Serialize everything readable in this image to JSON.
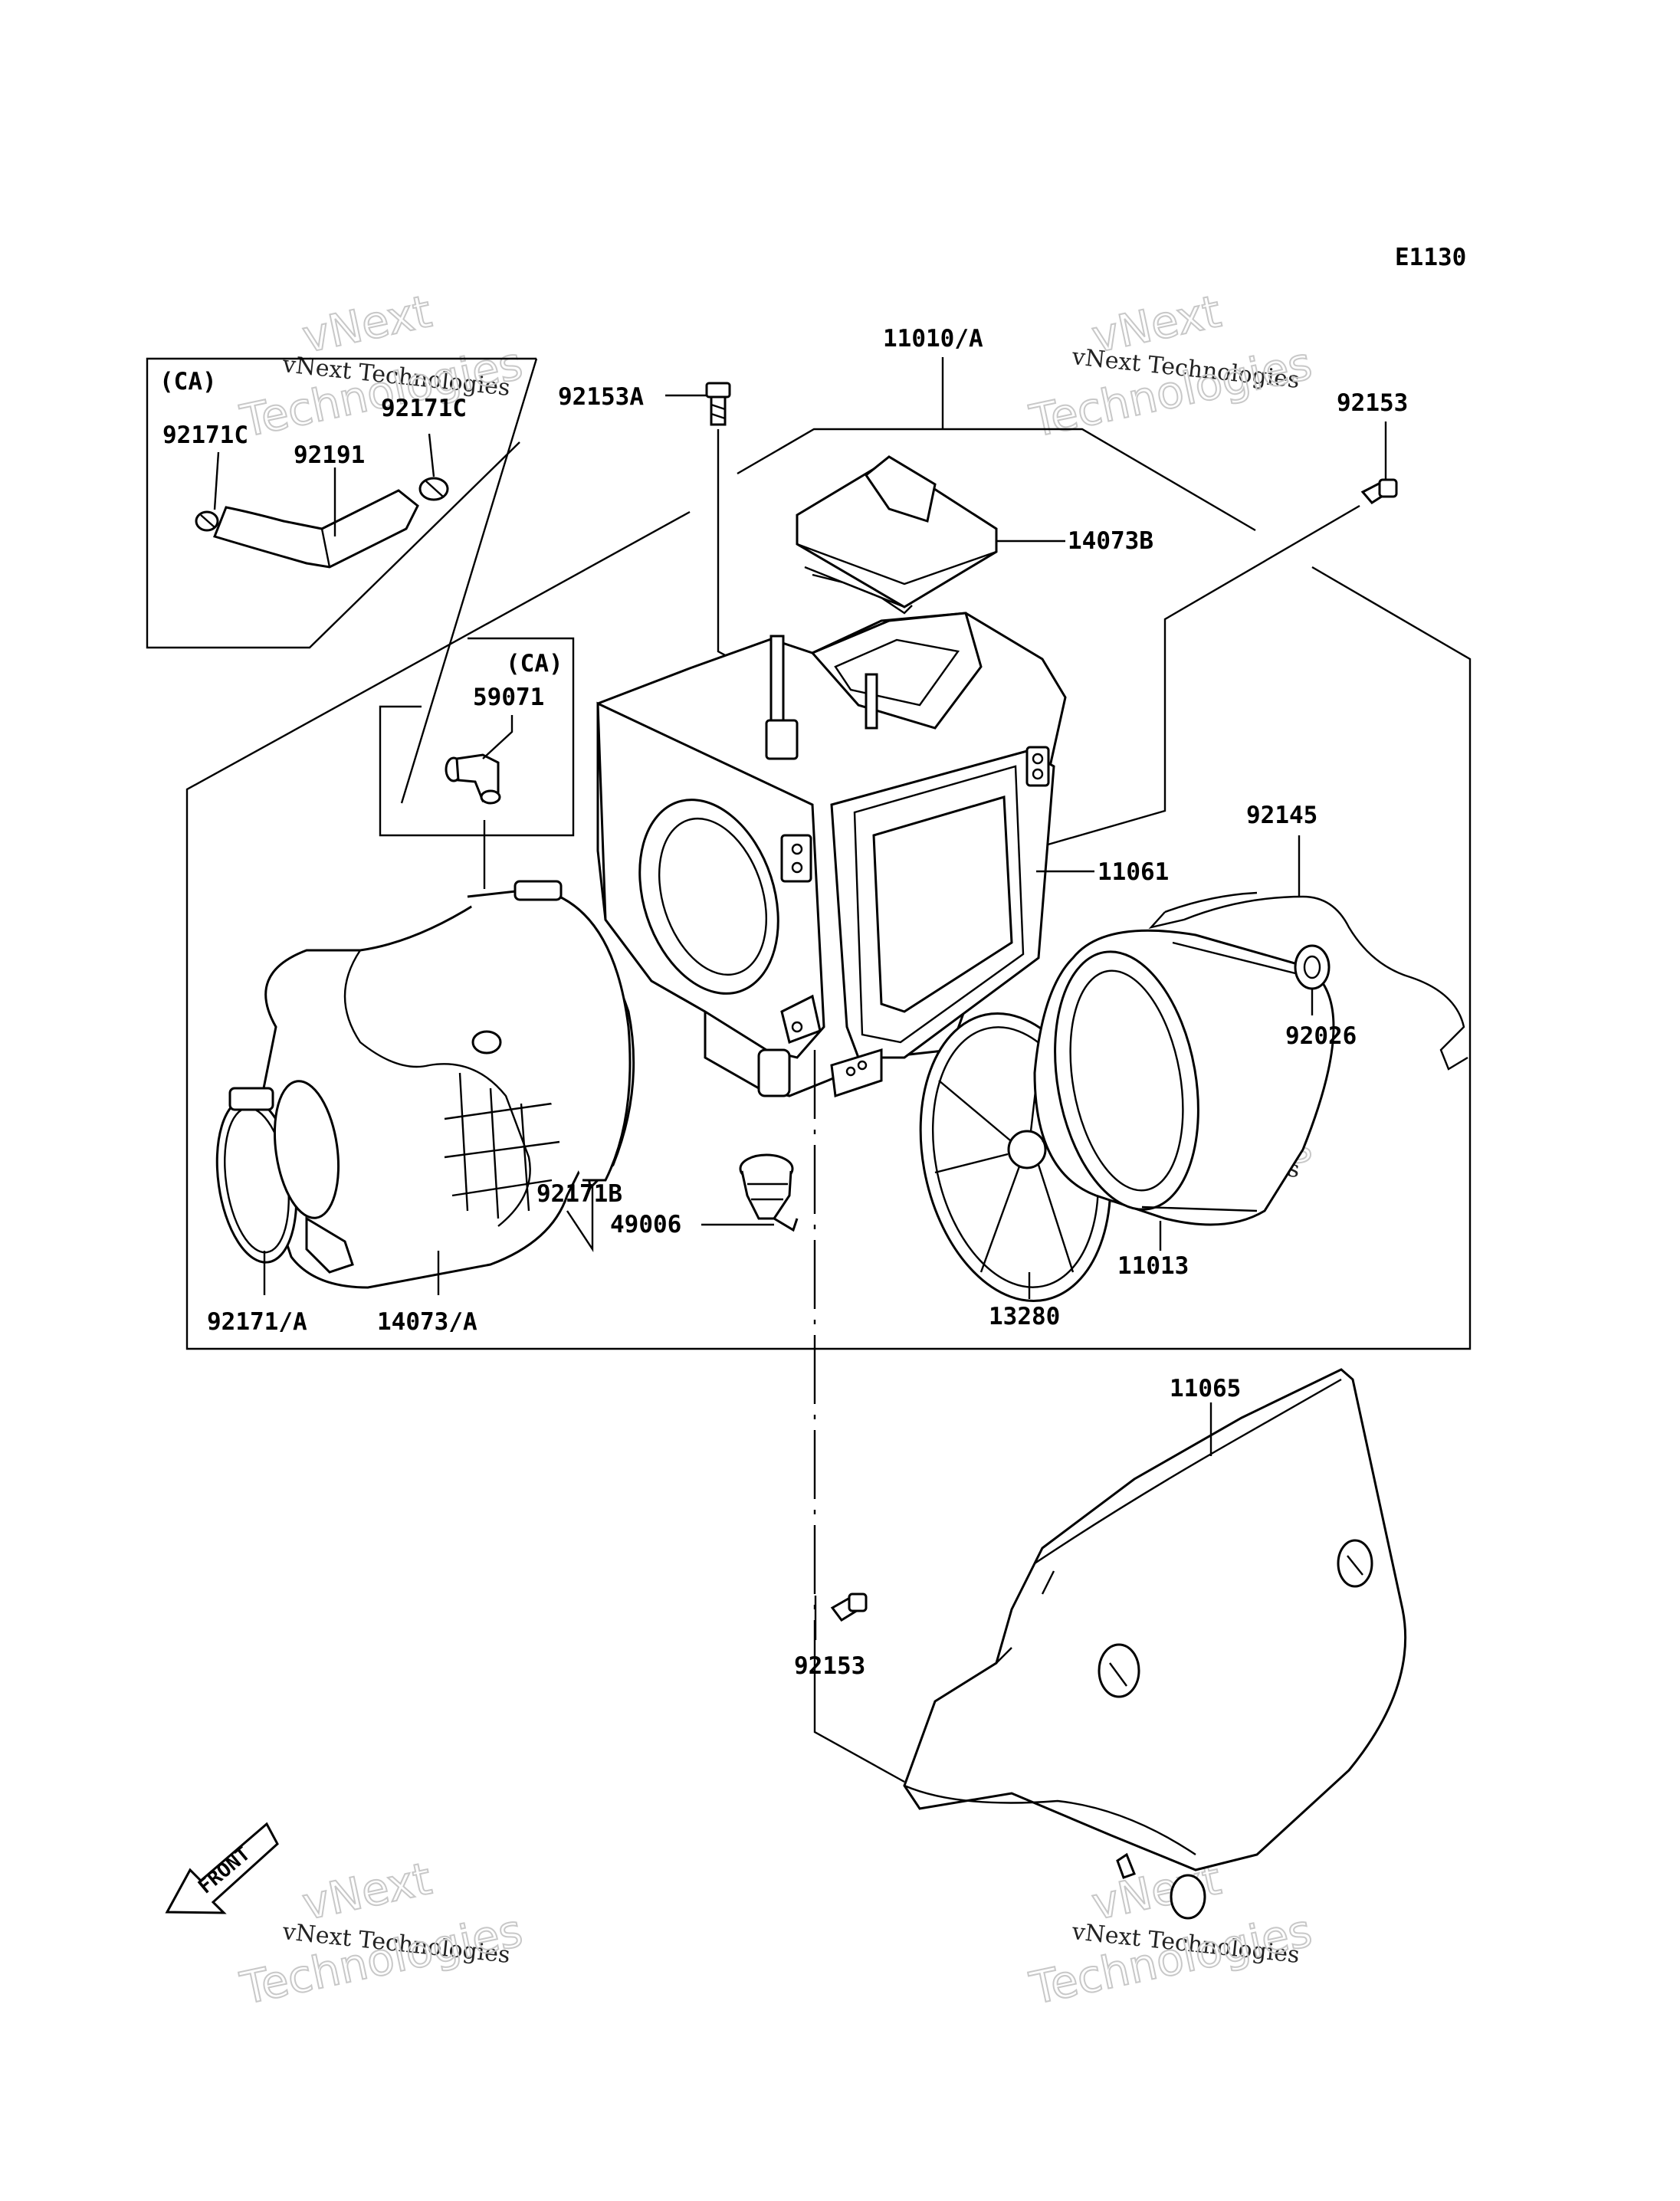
{
  "diagram": {
    "code": "E1130",
    "front_label": "FRONT",
    "inset_note": "(CA)",
    "watermark_line1": "vNext",
    "watermark_line2": "vNext Technologies",
    "watermark_line3": "Technologies",
    "parts": [
      {
        "id": "p-11010a",
        "label": "11010/A"
      },
      {
        "id": "p-92153a",
        "label": "92153A"
      },
      {
        "id": "p-92153-top",
        "label": "92153"
      },
      {
        "id": "p-14073b",
        "label": "14073B"
      },
      {
        "id": "p-92171c-1",
        "label": "92171C"
      },
      {
        "id": "p-92171c-2",
        "label": "92171C"
      },
      {
        "id": "p-92191",
        "label": "92191"
      },
      {
        "id": "p-59071",
        "label": "59071"
      },
      {
        "id": "p-11061",
        "label": "11061"
      },
      {
        "id": "p-92145",
        "label": "92145"
      },
      {
        "id": "p-92026",
        "label": "92026"
      },
      {
        "id": "p-92171b",
        "label": "92171B"
      },
      {
        "id": "p-49006",
        "label": "49006"
      },
      {
        "id": "p-11013",
        "label": "11013"
      },
      {
        "id": "p-13280",
        "label": "13280"
      },
      {
        "id": "p-92171a",
        "label": "92171/A"
      },
      {
        "id": "p-14073a",
        "label": "14073/A"
      },
      {
        "id": "p-11065",
        "label": "11065"
      },
      {
        "id": "p-92153-bottom",
        "label": "92153"
      }
    ]
  }
}
